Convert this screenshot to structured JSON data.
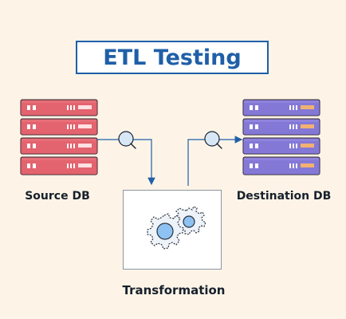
{
  "title": "ETL Testing",
  "source": {
    "label": "Source DB",
    "icon": "database-server-icon",
    "color": "#e36f7c"
  },
  "destination": {
    "label": "Destination DB",
    "icon": "database-server-icon",
    "color": "#8f83de"
  },
  "transformation": {
    "label": "Transformation",
    "icon": "gears-icon"
  },
  "colors": {
    "background": "#fdf4e7",
    "accent": "#1f5fa8",
    "connector": "#1f5fa8",
    "search": "#d7e7f6"
  },
  "icons": {
    "search_left": "magnifier-icon",
    "search_right": "magnifier-icon"
  }
}
